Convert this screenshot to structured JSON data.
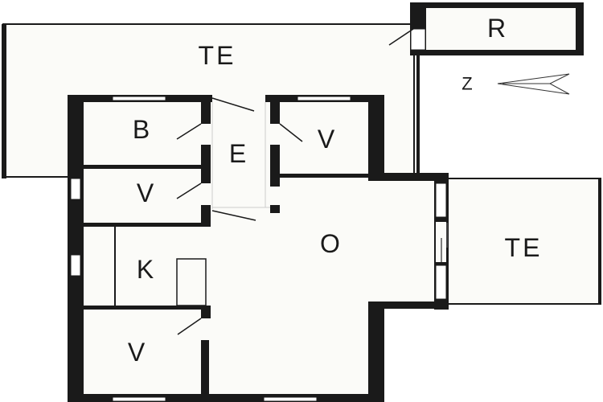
{
  "plan": {
    "background": "#ffffff",
    "floor_fill": "#fbfbf8",
    "wall_color": "#1a1a1a",
    "rooms": [
      {
        "id": "terrace-top",
        "label": "TE",
        "meaning": "terrace"
      },
      {
        "id": "storage",
        "label": "R"
      },
      {
        "id": "bathroom",
        "label": "B"
      },
      {
        "id": "entrance",
        "label": "E"
      },
      {
        "id": "bedroom-top-right",
        "label": "V"
      },
      {
        "id": "bedroom-middle",
        "label": "V"
      },
      {
        "id": "kitchen",
        "label": "K"
      },
      {
        "id": "living-room",
        "label": "O"
      },
      {
        "id": "bedroom-bottom",
        "label": "V"
      },
      {
        "id": "terrace-right",
        "label": "TE"
      }
    ],
    "compass": {
      "label": "Z",
      "direction": "left"
    }
  }
}
